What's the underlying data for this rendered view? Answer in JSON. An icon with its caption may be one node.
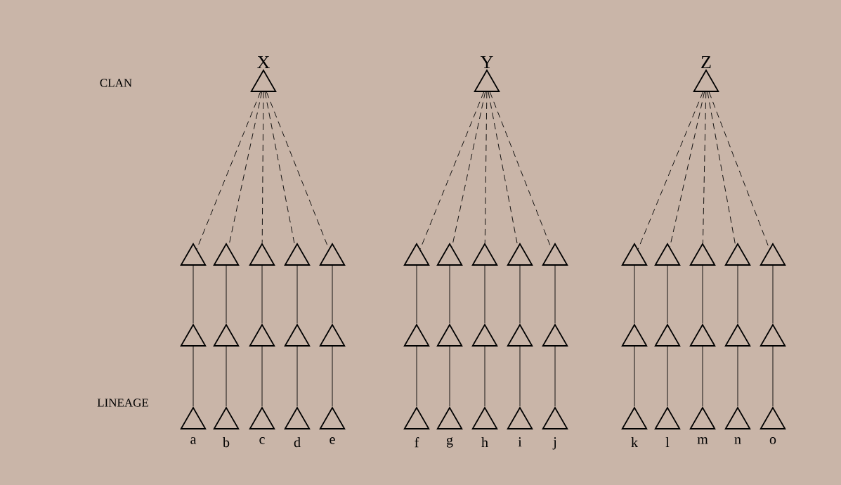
{
  "diagram": {
    "nodes": [
      {
        "text": [
          "X"
        ]
      },
      {
        "text": [
          "Y"
        ]
      },
      {
        "text": [
          "Z"
        ]
      },
      {
        "text": [],
        "shape": "triangle"
      },
      {
        "text": [],
        "shape": "triangle"
      },
      {
        "text": [],
        "shape": "triangle"
      },
      {
        "text": [],
        "shape": "triangle"
      },
      {
        "text": [],
        "shape": "triangle"
      },
      {
        "text": [],
        "shape": "triangle"
      },
      {
        "text": [],
        "shape": "triangle"
      },
      {
        "text": [],
        "shape": "triangle"
      },
      {
        "text": [],
        "shape": "triangle"
      },
      {
        "text": [],
        "shape": "triangle"
      },
      {
        "text": [],
        "shape": "triangle"
      },
      {
        "text": [],
        "shape": "triangle"
      },
      {
        "text": [],
        "shape": "triangle"
      },
      {
        "text": [],
        "shape": "triangle"
      },
      {
        "text": [],
        "shape": "triangle"
      },
      {
        "text": [],
        "shape": "triangle"
      },
      {
        "text": [],
        "shape": "triangle"
      },
      {
        "text": [],
        "shape": "triangle"
      },
      {
        "text": [],
        "shape": "triangle"
      },
      {
        "text": [],
        "shape": "triangle"
      },
      {
        "text": [],
        "shape": "triangle"
      },
      {
        "text": [],
        "shape": "triangle"
      },
      {
        "text": [],
        "shape": "triangle"
      },
      {
        "text": [],
        "shape": "triangle"
      },
      {
        "text": [],
        "shape": "triangle"
      },
      {
        "text": [],
        "shape": "triangle"
      },
      {
        "text": [],
        "shape": "triangle"
      },
      {
        "text": [],
        "shape": "triangle"
      },
      {
        "text": [],
        "shape": "triangle"
      },
      {
        "text": [],
        "shape": "triangle"
      },
      {
        "text": [
          "a"
        ]
      },
      {
        "text": [
          "b"
        ]
      },
      {
        "text": [
          "c"
        ]
      },
      {
        "text": [
          "d"
        ]
      },
      {
        "text": [
          "e"
        ]
      },
      {
        "text": [
          "f"
        ]
      },
      {
        "text": [
          "g"
        ]
      },
      {
        "text": [
          "h"
        ]
      },
      {
        "text": [
          "i"
        ]
      },
      {
        "text": [
          "j"
        ]
      },
      {
        "text": [
          "k"
        ]
      },
      {
        "text": [
          "l"
        ]
      },
      {
        "text": [
          "m"
        ]
      },
      {
        "text": [
          "n"
        ]
      },
      {
        "text": [
          "o"
        ]
      }
    ],
    "edges": [
      {
        "from": 0,
        "to": 3,
        "arrow": "none",
        "style": "dashed"
      },
      {
        "from": 0,
        "to": 4,
        "arrow": "none",
        "style": "dashed"
      },
      {
        "from": 0,
        "to": 5,
        "arrow": "none",
        "style": "dashed"
      },
      {
        "from": 0,
        "to": 6,
        "arrow": "none",
        "style": "dashed"
      },
      {
        "from": 0,
        "to": 7,
        "arrow": "none",
        "style": "dashed"
      },
      {
        "from": 1,
        "to": 8,
        "arrow": "none",
        "style": "dashed"
      },
      {
        "from": 1,
        "to": 9,
        "arrow": "none",
        "style": "dashed"
      },
      {
        "from": 1,
        "to": 10,
        "arrow": "none",
        "style": "dashed"
      },
      {
        "from": 1,
        "to": 11,
        "arrow": "none",
        "style": "dashed"
      },
      {
        "from": 1,
        "to": 12,
        "arrow": "none",
        "style": "dashed"
      },
      {
        "from": 2,
        "to": 13,
        "arrow": "none",
        "style": "dashed"
      },
      {
        "from": 2,
        "to": 14,
        "arrow": "none",
        "style": "dashed"
      },
      {
        "from": 2,
        "to": 15,
        "arrow": "none",
        "style": "dashed"
      },
      {
        "from": 2,
        "to": 16,
        "arrow": "none",
        "style": "dashed"
      },
      {
        "from": 2,
        "to": 17,
        "arrow": "none",
        "style": "dashed"
      },
      {
        "from": 3,
        "to": 18,
        "arrow": "none"
      },
      {
        "from": 4,
        "to": 19,
        "arrow": "none"
      },
      {
        "from": 5,
        "to": 20,
        "arrow": "none"
      },
      {
        "from": 6,
        "to": 21,
        "arrow": "none"
      },
      {
        "from": 7,
        "to": 22,
        "arrow": "none"
      },
      {
        "from": 8,
        "to": 23,
        "arrow": "none"
      },
      {
        "from": 9,
        "to": 24,
        "arrow": "none"
      },
      {
        "from": 10,
        "to": 25,
        "arrow": "none"
      },
      {
        "from": 11,
        "to": 26,
        "arrow": "none"
      },
      {
        "from": 12,
        "to": 27,
        "arrow": "none"
      },
      {
        "from": 13,
        "to": 28,
        "arrow": "none"
      },
      {
        "from": 14,
        "to": 29,
        "arrow": "none"
      },
      {
        "from": 15,
        "to": 30,
        "arrow": "none"
      },
      {
        "from": 16,
        "to": 31,
        "arrow": "none"
      },
      {
        "from": 17,
        "to": 32,
        "arrow": "none"
      },
      {
        "from": 18,
        "to": 33,
        "arrow": "none"
      },
      {
        "from": 19,
        "to": 34,
        "arrow": "none"
      },
      {
        "from": 20,
        "to": 35,
        "arrow": "none"
      },
      {
        "from": 21,
        "to": 36,
        "arrow": "none"
      },
      {
        "from": 22,
        "to": 37,
        "arrow": "none"
      },
      {
        "from": 23,
        "to": 38,
        "arrow": "none"
      },
      {
        "from": 24,
        "to": 39,
        "arrow": "none"
      },
      {
        "from": 25,
        "to": 40,
        "arrow": "none"
      },
      {
        "from": 26,
        "to": 41,
        "arrow": "none"
      },
      {
        "from": 27,
        "to": 42,
        "arrow": "none"
      },
      {
        "from": 28,
        "to": 43,
        "arrow": "none"
      },
      {
        "from": 29,
        "to": 44,
        "arrow": "none"
      },
      {
        "from": 30,
        "to": 45,
        "arrow": "none"
      },
      {
        "from": 31,
        "to": 46,
        "arrow": "none"
      },
      {
        "from": 32,
        "to": 47,
        "arrow": "none"
      }
    ],
    "labels": [
      "CLAN",
      "LINEAGE"
    ]
  }
}
